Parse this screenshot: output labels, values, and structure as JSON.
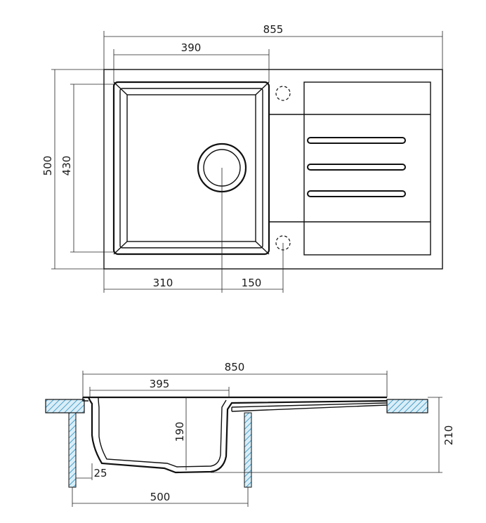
{
  "top_view": {
    "overall_width": "855",
    "bowl_width": "390",
    "overall_depth": "500",
    "bowl_depth": "430",
    "drain_offset_left": "310",
    "drain_to_tap": "150"
  },
  "side_view": {
    "overall_width": "850",
    "bowl_width": "395",
    "bowl_depth": "190",
    "total_height": "210",
    "wall_offset": "25",
    "cabinet_width": "500"
  },
  "colors": {
    "line": "#111111",
    "hatch": "#4a9fc9",
    "paper": "#ffffff"
  },
  "icons": {
    "tap_hole": "dashed-circle",
    "drain": "double-circle"
  }
}
